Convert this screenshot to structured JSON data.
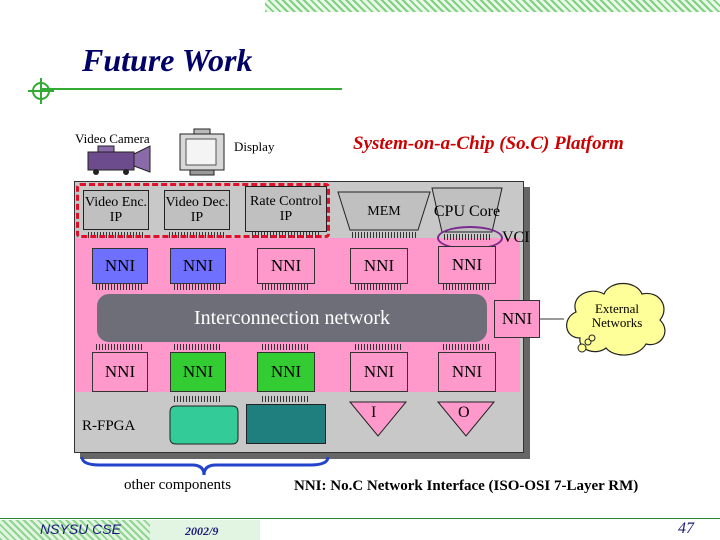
{
  "header": {
    "title": "Future Work"
  },
  "labels": {
    "video_camera": "Video Camera",
    "display": "Display",
    "platform_title": "System-on-a-Chip (So.C) Platform",
    "vci": "VCI",
    "interconnection": "Interconnection network",
    "external_networks": "External Networks",
    "rfpga": "R-FPGA",
    "other_components": "other components",
    "nni_caption": "NNI: No.C Network Interface (ISO-OSI 7-Layer RM)"
  },
  "top_blocks": [
    {
      "label": "Video Enc. IP"
    },
    {
      "label": "Video Dec. IP"
    },
    {
      "label": "Rate Control IP"
    },
    {
      "label": "MEM"
    },
    {
      "label": "CPU Core"
    }
  ],
  "nni_top": [
    "NNI",
    "NNI",
    "NNI",
    "NNI",
    "NNI"
  ],
  "nni_right": "NNI",
  "nni_bottom": [
    "NNI",
    "NNI",
    "NNI",
    "NNI",
    "NNI"
  ],
  "io": {
    "in": "I",
    "out": "O"
  },
  "footer": {
    "brand": "NSYSU CSE",
    "date": "2002/9",
    "page": "47"
  },
  "colors": {
    "title": "#000066",
    "platform_title": "#cc0000",
    "nni_blue": "#7070ff",
    "nni_green": "#33cc33",
    "pink_region": "#ff99cc",
    "fpga_green": "#33cc99",
    "teal_block": "#1f7f7f",
    "highlight_red": "#e0102a",
    "cloud": "#ffff99"
  }
}
